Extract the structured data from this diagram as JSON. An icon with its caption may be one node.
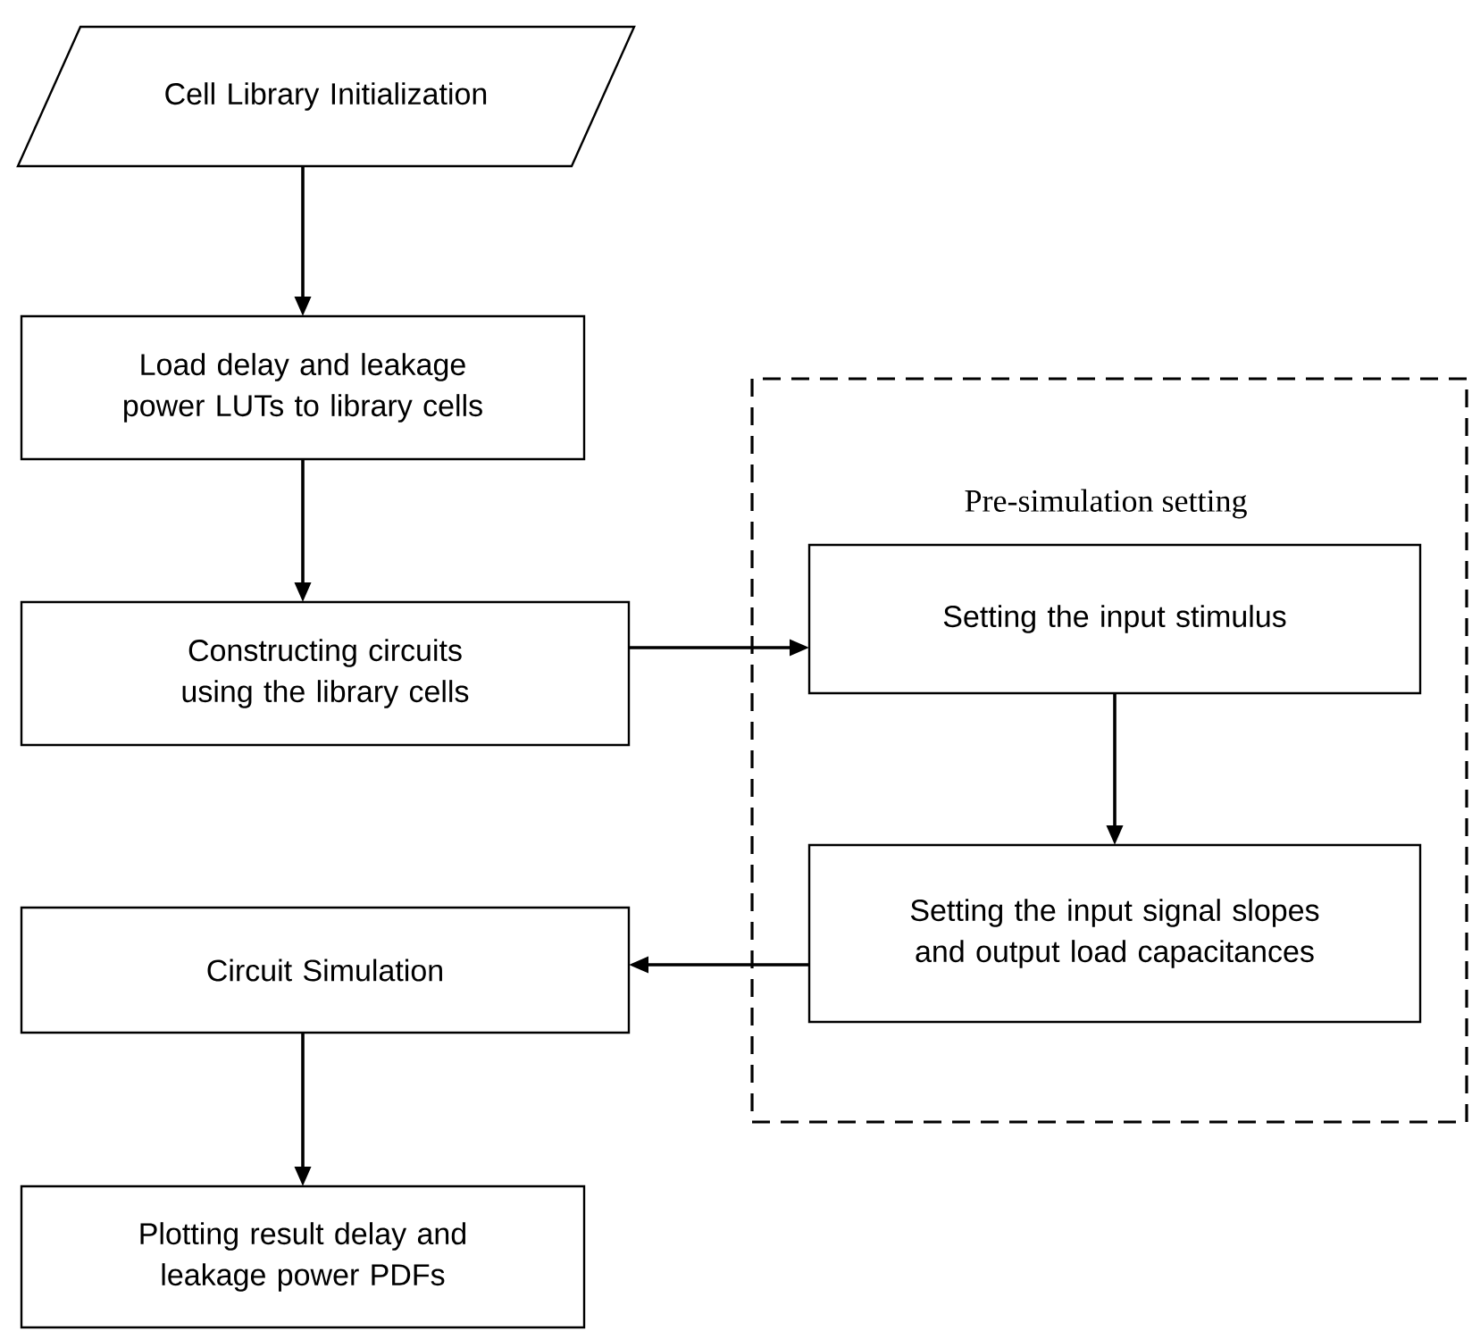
{
  "diagram": {
    "nodes": [
      {
        "text": [
          "Cell Library Initialization"
        ]
      },
      {
        "text": [
          "Load delay and leakage power LUTs to library cells"
        ]
      },
      {
        "text": [
          "Constructing circuits using the library cells"
        ]
      },
      {
        "text": [
          "Pre-simulation setting"
        ]
      },
      {
        "text": [
          "Setting the input stimulus"
        ],
        "in": 3
      },
      {
        "text": [
          "Setting the input signal slopes and output load capacitances"
        ],
        "in": 3
      },
      {
        "text": [
          "Circuit Simulation"
        ]
      },
      {
        "text": [
          "Plotting result delay and leakage power PDFs"
        ]
      }
    ],
    "edges": [
      {
        "from": 0,
        "to": 1,
        "arrow": "to"
      },
      {
        "from": 1,
        "to": 2,
        "arrow": "to"
      },
      {
        "from": 2,
        "to": 4,
        "arrow": "to"
      },
      {
        "from": 4,
        "to": 5,
        "arrow": "to"
      },
      {
        "from": 5,
        "to": 6,
        "arrow": "to"
      },
      {
        "from": 6,
        "to": 7,
        "arrow": "to"
      }
    ]
  }
}
